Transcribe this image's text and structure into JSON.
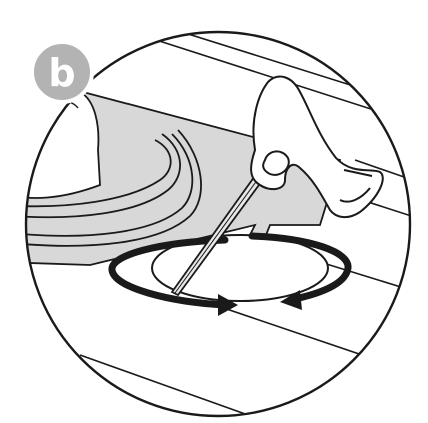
{
  "step_label": "b",
  "colors": {
    "badge_fill": "#b3b3b3",
    "badge_text": "#ffffff",
    "outline": "#1a1a1a",
    "panel_gray": "#d8d8d8",
    "background": "#ffffff"
  },
  "icons": [
    "circular-inset-frame",
    "countertop-cutout",
    "jigsaw-blade",
    "rotation-arrow"
  ]
}
